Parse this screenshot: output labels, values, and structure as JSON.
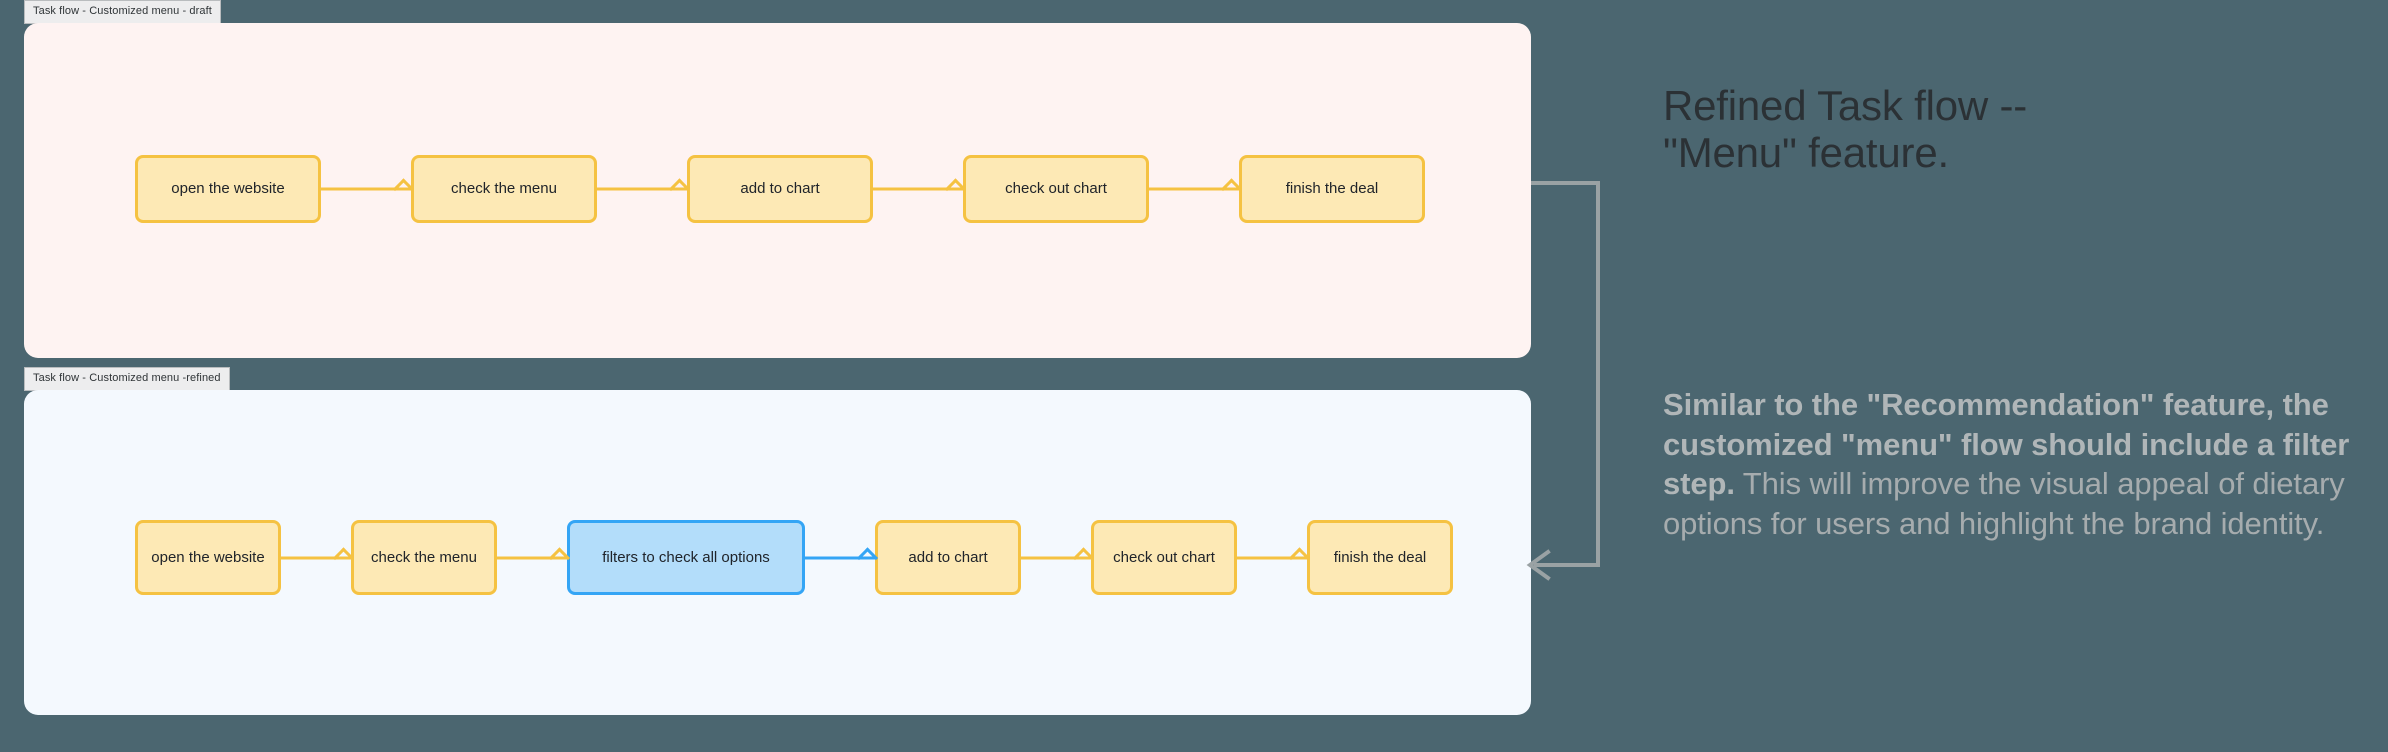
{
  "canvas": {
    "background_color": "#4b6670"
  },
  "frames": [
    {
      "id": "draft",
      "label": "Task flow - Customized menu - draft",
      "background_color": "#fef3f2",
      "nodes": [
        {
          "label": "open the website",
          "style": "yellow"
        },
        {
          "label": "check the menu",
          "style": "yellow"
        },
        {
          "label": "add to chart",
          "style": "yellow"
        },
        {
          "label": "check out chart",
          "style": "yellow"
        },
        {
          "label": "finish the deal",
          "style": "yellow"
        }
      ],
      "connectors": [
        {
          "style": "yellow"
        },
        {
          "style": "yellow"
        },
        {
          "style": "yellow"
        },
        {
          "style": "yellow"
        }
      ]
    },
    {
      "id": "refined",
      "label": "Task flow - Customized menu -refined",
      "background_color": "#f4f9fe",
      "nodes": [
        {
          "label": "open the website",
          "style": "yellow"
        },
        {
          "label": "check the menu",
          "style": "yellow"
        },
        {
          "label": "filters to check all options",
          "style": "blue"
        },
        {
          "label": "add to chart",
          "style": "yellow"
        },
        {
          "label": "check out chart",
          "style": "yellow"
        },
        {
          "label": "finish the deal",
          "style": "yellow"
        }
      ],
      "connectors": [
        {
          "style": "yellow"
        },
        {
          "style": "yellow"
        },
        {
          "style": "blue"
        },
        {
          "style": "yellow"
        },
        {
          "style": "yellow"
        }
      ]
    }
  ],
  "panel_link": {
    "name": "draft-to-refined-arrow",
    "color": "#9aa2a4",
    "direction": "down-then-left"
  },
  "notes": {
    "heading": "Refined Task flow --\n\"Menu\" feature.",
    "body_bold": "Similar to the \"Recommendation\" feature, the customized \"menu\" flow should include a filter step.",
    "body_rest": " This will improve the visual appeal of dietary options for users and highlight the brand identity."
  },
  "colors": {
    "node_yellow_fill": "#fde9b5",
    "node_yellow_border": "#f5c242",
    "node_blue_fill": "#b3ddfa",
    "node_blue_border": "#34a5f5",
    "heading_text": "#2b3135",
    "body_text": "#a6acae"
  }
}
